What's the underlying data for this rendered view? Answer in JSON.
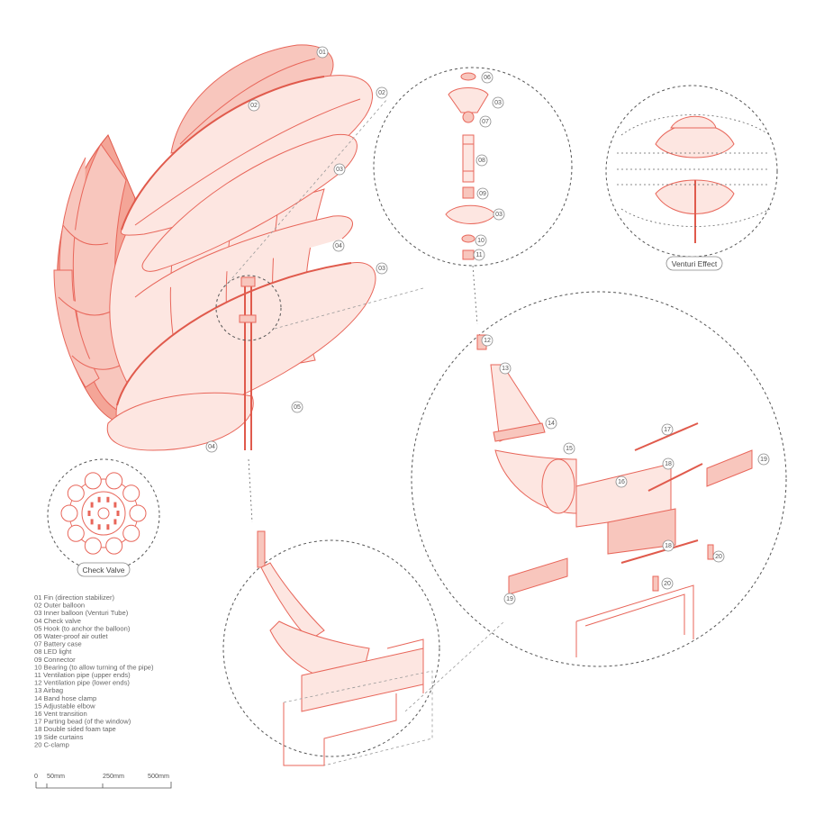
{
  "legend": [
    "01 Fin (direction stabilizer)",
    "02 Outer balloon",
    "03 Inner balloon (Venturi Tube)",
    "04 Check valve",
    "05 Hook (to anchor the balloon)",
    "06 Water-proof air outlet",
    "07 Battery case",
    "08 LED light",
    "09 Connector",
    "10 Bearing (to allow turning of the pipe)",
    "11 Ventilation pipe (upper ends)",
    "12 Ventilation pipe (lower ends)",
    "13 Airbag",
    "14 Band hose clamp",
    "15 Adjustable elbow",
    "16 Vent transition",
    "17 Parting bead (of the window)",
    "18 Double sided foam tape",
    "19 Side curtains",
    "20 C-clamp"
  ],
  "scale": [
    "0",
    "50mm",
    "250mm",
    "500mm"
  ],
  "insets": {
    "venturi": "Venturi Effect",
    "check_valve": "Check Valve"
  },
  "balloon_tags": [
    "01",
    "02",
    "03",
    "04",
    "03",
    "02",
    "05",
    "04"
  ],
  "top_inset_tags": [
    "06",
    "03",
    "07",
    "08",
    "09",
    "03",
    "10",
    "11"
  ],
  "right_inset_tags": [
    "12",
    "13",
    "14",
    "15",
    "16",
    "17",
    "18",
    "19",
    "18",
    "20",
    "20",
    "19"
  ],
  "colors": {
    "accent": "#e8665a",
    "accent_dark": "#e05a4c",
    "line": "#555555"
  }
}
